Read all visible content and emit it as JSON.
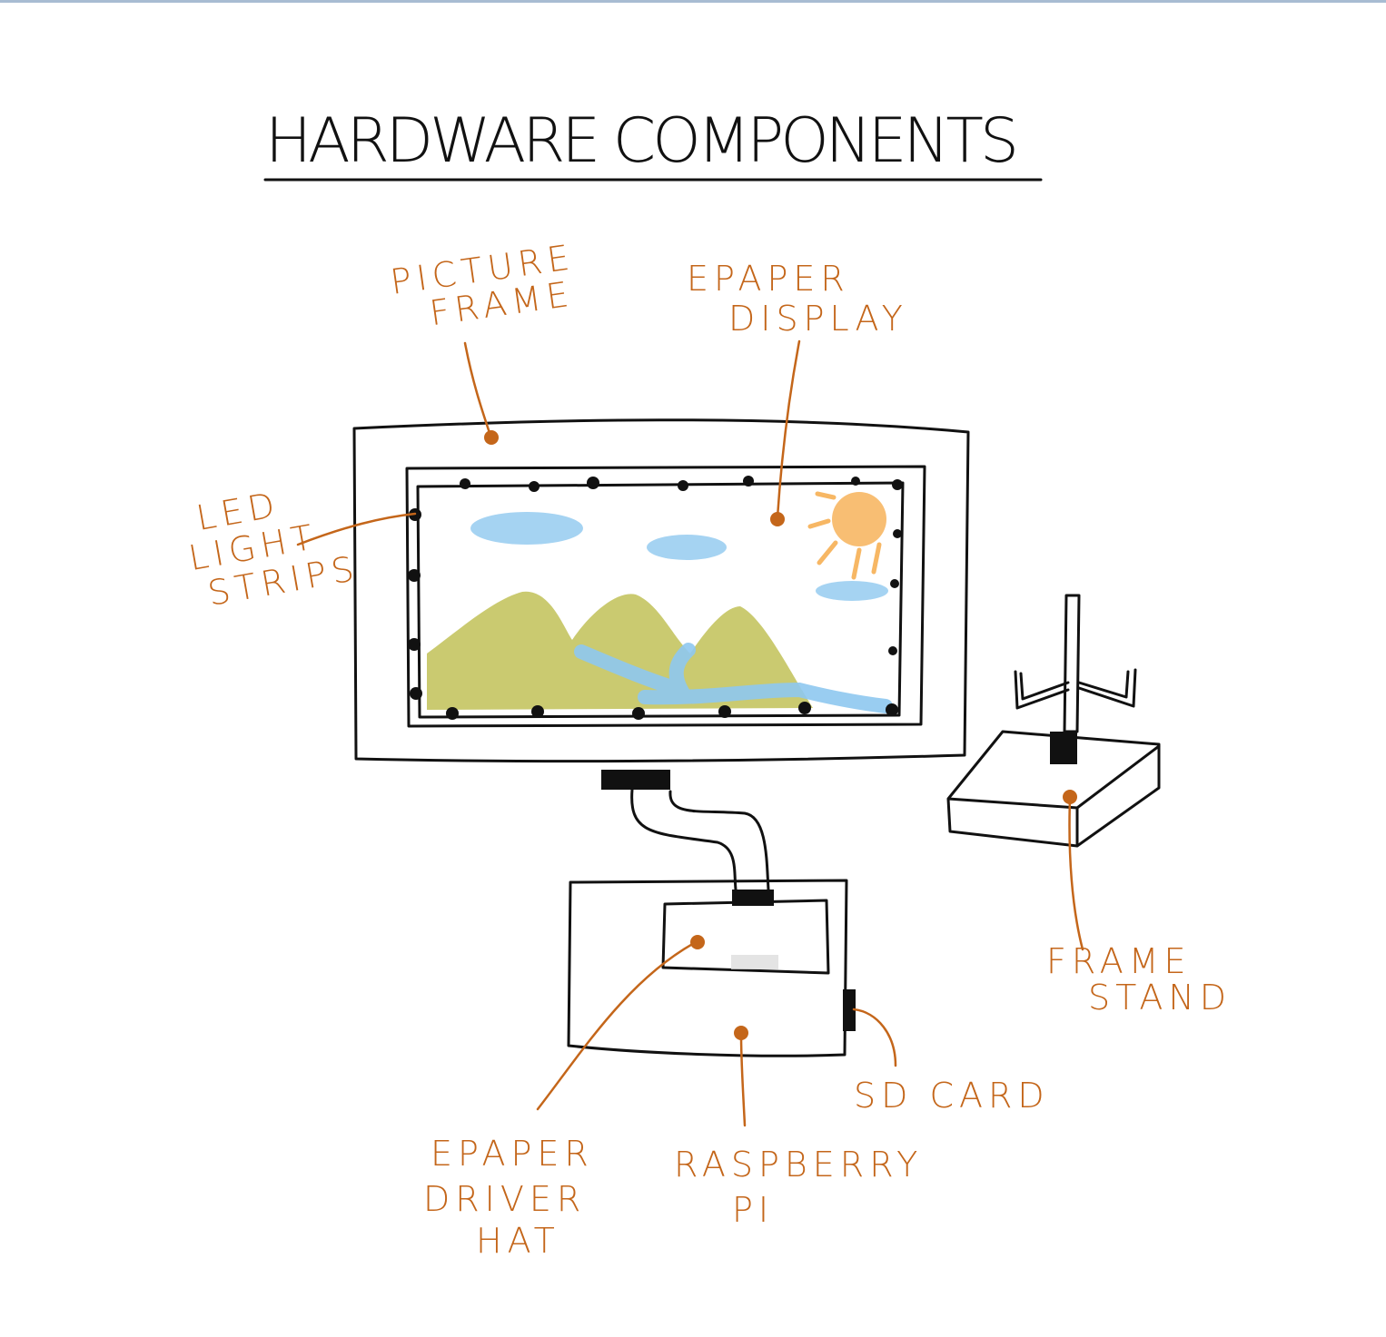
{
  "diagram": {
    "title": "HARDWARE COMPONENTS",
    "colors": {
      "ink": "#111111",
      "label": "#c4661a",
      "sky": "#8ec8ef",
      "mountain": "#c4c460",
      "sun": "#f7b764",
      "frame_rule": "#a8bcd2"
    },
    "labels": {
      "picture_frame": [
        "PICTURE",
        "FRAME"
      ],
      "epaper_display": [
        "EPAPER",
        "DISPLAY"
      ],
      "led_light_strips": [
        "LED",
        "LIGHT",
        "STRIPS"
      ],
      "frame_stand": [
        "FRAME",
        "STAND"
      ],
      "sd_card": [
        "SD CARD"
      ],
      "epaper_driver_hat": [
        "EPAPER",
        "DRIVER",
        "HAT"
      ],
      "raspberry_pi": [
        "RASPBERRY",
        "PI"
      ]
    }
  }
}
